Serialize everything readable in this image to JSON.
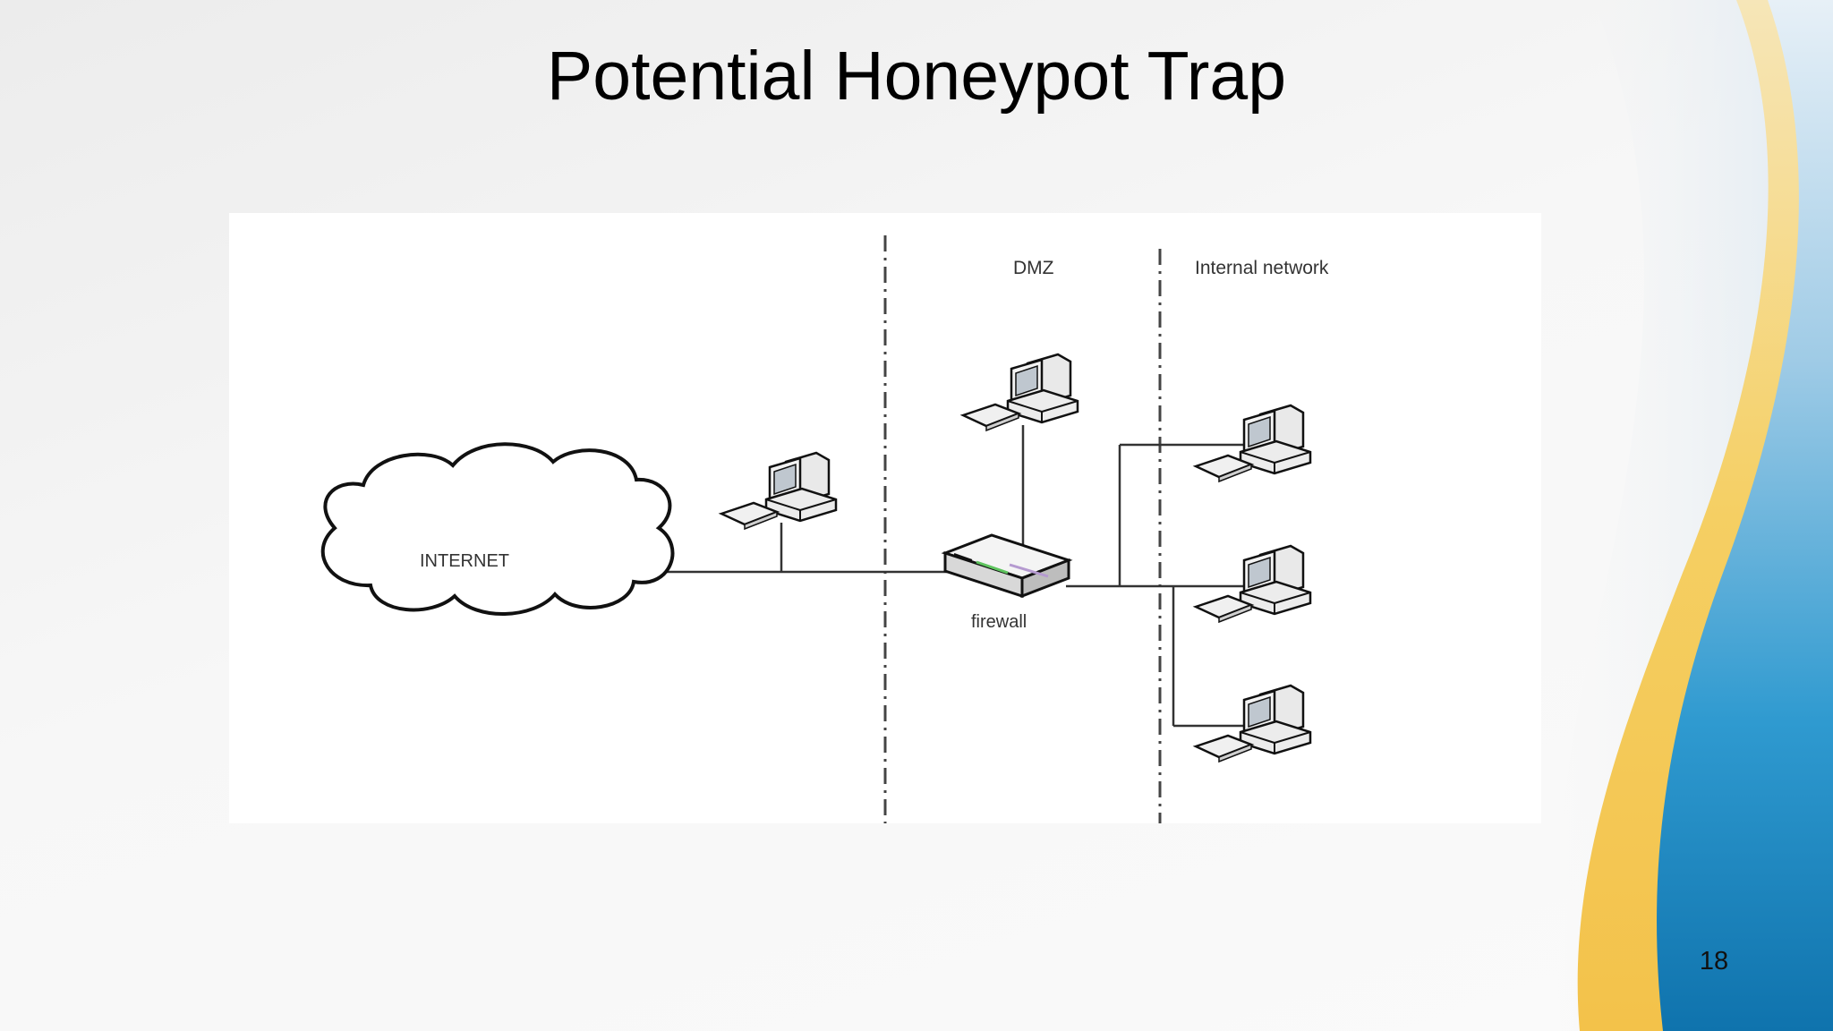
{
  "slide": {
    "title": "Potential Honeypot Trap",
    "page_number": "18"
  },
  "diagram": {
    "zones": {
      "dmz": "DMZ",
      "internal": "Internal network"
    },
    "nodes": {
      "internet": "INTERNET",
      "firewall": "firewall"
    }
  },
  "colors": {
    "accent_blue": "#1a8fc8",
    "accent_gold": "#f3c24a",
    "firewall_green": "#5ec45e"
  }
}
